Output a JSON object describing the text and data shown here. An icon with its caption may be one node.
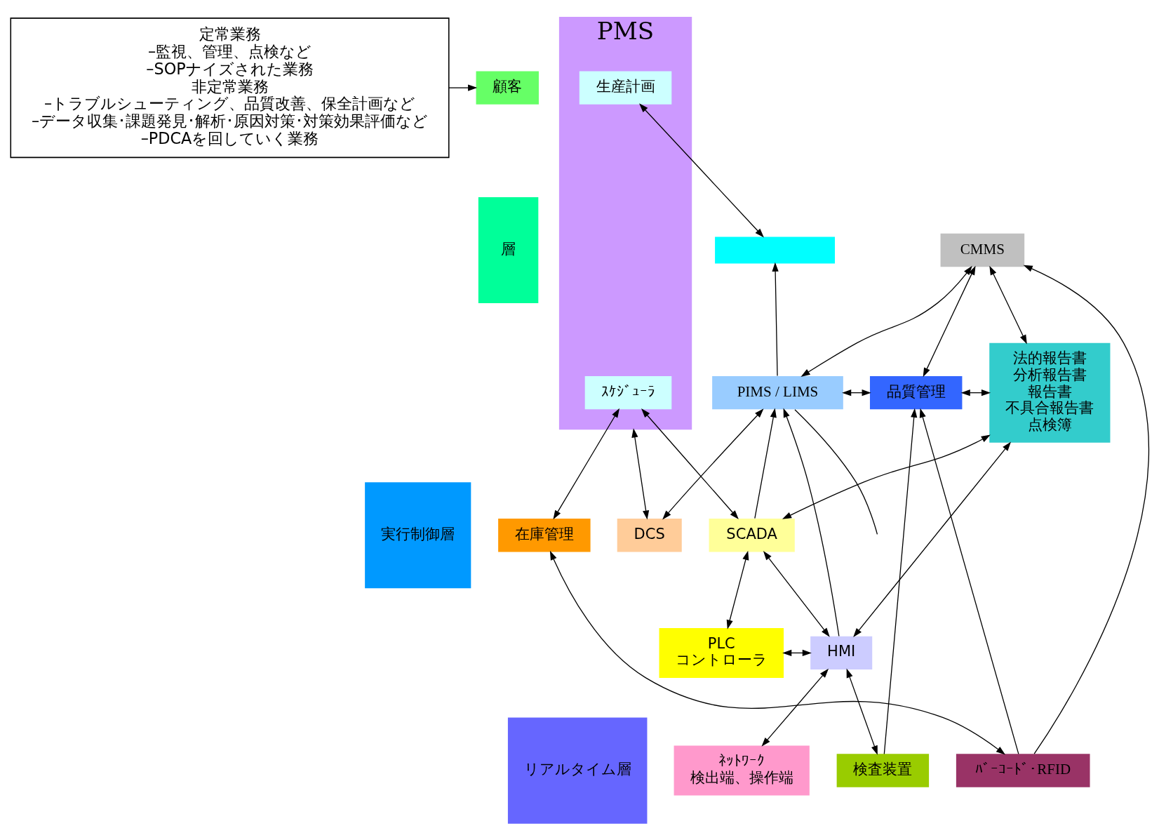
{
  "diagram": {
    "nodes": [
      {
        "text": [
          "定常業務",
          "–監視、管理、点検など",
          "–SOPナイズされた業務",
          "非定常業務",
          "–トラブルシューティング、品質改善、保全計画など",
          "–データ収集･課題発見･解析･原因対策･対策効果評価など",
          "–PDCAを回していく業務"
        ]
      },
      {
        "text": [
          "顧客"
        ]
      },
      {
        "text": [
          "層"
        ]
      },
      {
        "text": [
          "実行制御層"
        ]
      },
      {
        "text": [
          "リアルタイム層"
        ]
      },
      {
        "text": [
          "PMS"
        ]
      },
      {
        "text": [
          "生産計画"
        ],
        "in": 5
      },
      {
        "text": [
          "ｽｹｼﾞｭｰﾗ"
        ],
        "in": 5
      },
      {
        "text": [],
        "shape": "box"
      },
      {
        "text": [
          "PIMS / LIMS"
        ]
      },
      {
        "text": [
          "CMMS"
        ]
      },
      {
        "text": [
          "品質管理"
        ]
      },
      {
        "text": [
          "在庫管理"
        ]
      },
      {
        "text": [
          "法的報告書",
          "分析報告書",
          "報告書",
          "不具合報告書",
          "点検簿"
        ]
      },
      {
        "text": [
          "DCS"
        ]
      },
      {
        "text": [
          "SCADA"
        ]
      },
      {
        "text": [
          "PLC",
          "コントローラ"
        ]
      },
      {
        "text": [
          "HMI"
        ]
      },
      {
        "text": [
          "ﾈｯﾄﾜｰｸ",
          "検出端、操作端"
        ]
      },
      {
        "text": [
          "検査装置"
        ]
      },
      {
        "text": [
          "ﾊﾞｰｺｰﾄﾞ･RFID"
        ]
      }
    ],
    "edges": [
      {
        "from": 0,
        "to": 1,
        "arrow": "to"
      },
      {
        "from": 6,
        "to": 8,
        "arrow": "both"
      },
      {
        "from": 9,
        "to": 8,
        "arrow": "to"
      },
      {
        "from": 5,
        "to": 14,
        "arrow": "both"
      },
      {
        "from": 14,
        "to": 9,
        "arrow": "both"
      },
      {
        "from": 7,
        "to": 15,
        "arrow": "both"
      },
      {
        "from": 7,
        "to": 12,
        "arrow": "both"
      },
      {
        "from": 15,
        "to": 9,
        "arrow": "to"
      },
      {
        "from": 9,
        "to": null,
        "arrow": "none"
      },
      {
        "from": 9,
        "to": 10,
        "arrow": "both"
      },
      {
        "from": 9,
        "to": 11,
        "arrow": "both"
      },
      {
        "from": 10,
        "to": 11,
        "arrow": "both"
      },
      {
        "from": 10,
        "to": 13,
        "arrow": "both"
      },
      {
        "from": 11,
        "to": 13,
        "arrow": "both"
      },
      {
        "from": 17,
        "to": 9,
        "arrow": "to"
      },
      {
        "from": 20,
        "to": 12,
        "arrow": "both"
      },
      {
        "from": 19,
        "to": 11,
        "arrow": "to"
      },
      {
        "from": 20,
        "to": 11,
        "arrow": "to"
      },
      {
        "from": 20,
        "to": 10,
        "arrow": "to"
      },
      {
        "from": 15,
        "to": 13,
        "arrow": "both"
      },
      {
        "from": 15,
        "to": 17,
        "arrow": "both"
      },
      {
        "from": 16,
        "to": 17,
        "arrow": "both"
      },
      {
        "from": 15,
        "to": 16,
        "arrow": "both"
      },
      {
        "from": 17,
        "to": 13,
        "arrow": "both"
      },
      {
        "from": 17,
        "to": 18,
        "arrow": "both"
      },
      {
        "from": 17,
        "to": 19,
        "arrow": "both"
      }
    ]
  }
}
